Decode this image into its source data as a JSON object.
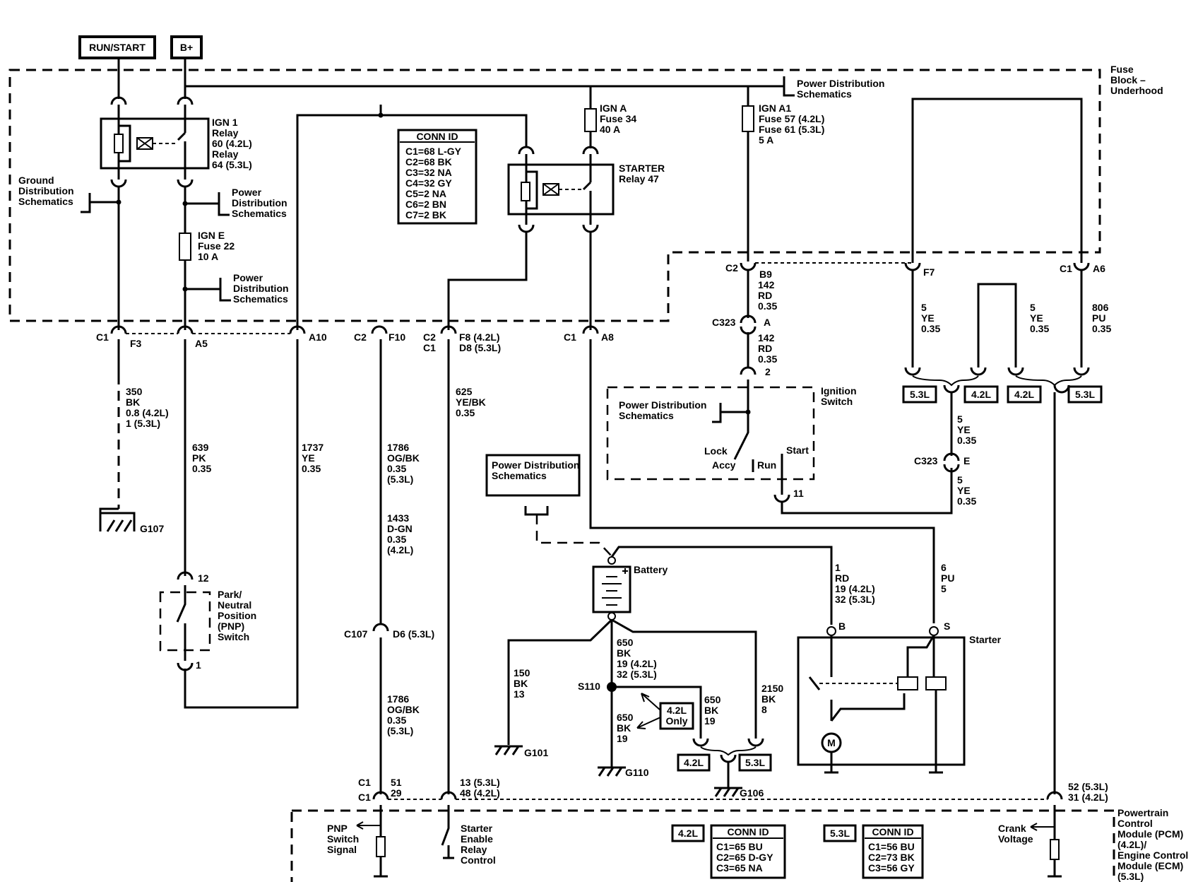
{
  "terminals": {
    "run_start": "RUN/START",
    "bplus": "B+"
  },
  "fuse_block": {
    "title": [
      "Fuse",
      "Block –",
      "Underhood"
    ]
  },
  "pcm": {
    "title": [
      "Powertrain",
      "Control",
      "Module (PCM)",
      "(4.2L)/",
      "Engine Control",
      "Module (ECM)",
      "(5.3L)"
    ]
  },
  "ign1_relay": [
    "IGN 1",
    "Relay",
    "60 (4.2L)",
    "Relay",
    "64 (5.3L)"
  ],
  "ign_e": [
    "IGN E",
    "Fuse 22",
    "10 A"
  ],
  "ign_a": [
    "IGN A",
    "Fuse 34",
    "40 A"
  ],
  "ign_a1": [
    "IGN A1",
    "Fuse 57 (4.2L)",
    "Fuse 61 (5.3L)",
    "5 A"
  ],
  "starter_relay": [
    "STARTER",
    "Relay 47"
  ],
  "ground_dist": [
    "Ground",
    "Distribution",
    "Schematics"
  ],
  "power_dist": [
    "Power",
    "Distribution",
    "Schematics"
  ],
  "power_dist_inline": [
    "Power Distribution",
    "Schematics"
  ],
  "conn_id_main": {
    "title": "CONN ID",
    "rows": [
      "C1=68 L-GY",
      "C2=68 BK",
      "C3=32 NA",
      "C4=32 GY",
      "C5=2 NA",
      "C6=2 BN",
      "C7=2 BK"
    ]
  },
  "conn_id_42": {
    "tag": "4.2L",
    "title": "CONN ID",
    "rows": [
      "C1=65 BU",
      "C2=65 D-GY",
      "C3=65 NA"
    ]
  },
  "conn_id_53": {
    "tag": "5.3L",
    "title": "CONN ID",
    "rows": [
      "C1=56 BU",
      "C2=73 BK",
      "C3=56 GY"
    ]
  },
  "pins": {
    "c1_f3": [
      "C1",
      "F3"
    ],
    "a5": "A5",
    "a10": "A10",
    "c2_f10": [
      "C2",
      "F10"
    ],
    "c2_f8": [
      "C2",
      "F8 (4.2L)"
    ],
    "c1_d8": [
      "C1",
      "D8 (5.3L)"
    ],
    "c1_a8": [
      "C1",
      "A8"
    ],
    "c2_b9": [
      "C2",
      "B9"
    ],
    "f7": "F7",
    "c1_a6": [
      "C1",
      "A6"
    ],
    "c323_a": [
      "C323",
      "A"
    ],
    "pin2": "2",
    "pin11": "11",
    "c323_e": [
      "C323",
      "E"
    ],
    "pin12": "12",
    "pin1": "1",
    "c107": [
      "C107",
      "D6 (5.3L)"
    ],
    "pcm_c1a": "C1",
    "pcm_c1b": "C1",
    "pcm_51": [
      "51",
      "29"
    ],
    "pcm_13": [
      "13 (5.3L)",
      "48 (4.2L)"
    ],
    "pcm_52": [
      "52 (5.3L)",
      "31 (4.2L)"
    ],
    "starter_b": "B",
    "starter_s": "S"
  },
  "wires": {
    "w350": [
      "350",
      "BK",
      "0.8 (4.2L)",
      "1 (5.3L)"
    ],
    "w639": [
      "639",
      "PK",
      "0.35"
    ],
    "w1737": [
      "1737",
      "YE",
      "0.35"
    ],
    "w1786a": [
      "1786",
      "OG/BK",
      "0.35",
      "(5.3L)"
    ],
    "w1433": [
      "1433",
      "D-GN",
      "0.35",
      "(4.2L)"
    ],
    "w1786b": [
      "1786",
      "OG/BK",
      "0.35",
      "(5.3L)"
    ],
    "w625": [
      "625",
      "YE/BK",
      "0.35"
    ],
    "w142a": [
      "142",
      "RD",
      "0.35"
    ],
    "w142b": [
      "142",
      "RD",
      "0.35"
    ],
    "w5a": [
      "5",
      "YE",
      "0.35"
    ],
    "w5b": [
      "5",
      "YE",
      "0.35"
    ],
    "w806": [
      "806",
      "PU",
      "0.35"
    ],
    "w5c": [
      "5",
      "YE",
      "0.35"
    ],
    "w5d": [
      "5",
      "YE",
      "0.35"
    ],
    "w1rd": [
      "1",
      "RD",
      "19 (4.2L)",
      "32 (5.3L)"
    ],
    "w6pu": [
      "6",
      "PU",
      "5"
    ],
    "w650a": [
      "650",
      "BK",
      "19 (4.2L)",
      "32 (5.3L)"
    ],
    "w150": [
      "150",
      "BK",
      "13"
    ],
    "w650b": [
      "650",
      "BK",
      "19"
    ],
    "w650c": [
      "650",
      "BK",
      "19"
    ],
    "w2150": [
      "2150",
      "BK",
      "8"
    ]
  },
  "tags": {
    "t53a": "5.3L",
    "t42a": "4.2L",
    "t42b": "4.2L",
    "t53b": "5.3L",
    "t42c": "4.2L",
    "t53c": "5.3L",
    "only": [
      "4.2L",
      "Only"
    ]
  },
  "ignition_switch": {
    "label": [
      "Ignition",
      "Switch"
    ],
    "lock": "Lock",
    "accy": "Accy",
    "run": "Run",
    "start": "Start"
  },
  "pnp_switch": [
    "Park/",
    "Neutral",
    "Position",
    "(PNP)",
    "Switch"
  ],
  "battery": "Battery",
  "starter": "Starter",
  "grounds": {
    "g107": "G107",
    "g101": "G101",
    "g110": "G110",
    "g106": "G106",
    "s110": "S110"
  },
  "pcm_signals": {
    "pnp": [
      "PNP",
      "Switch",
      "Signal"
    ],
    "starter_enable": [
      "Starter",
      "Enable",
      "Relay",
      "Control"
    ],
    "crank": [
      "Crank",
      "Voltage"
    ]
  },
  "motor_label": "M"
}
